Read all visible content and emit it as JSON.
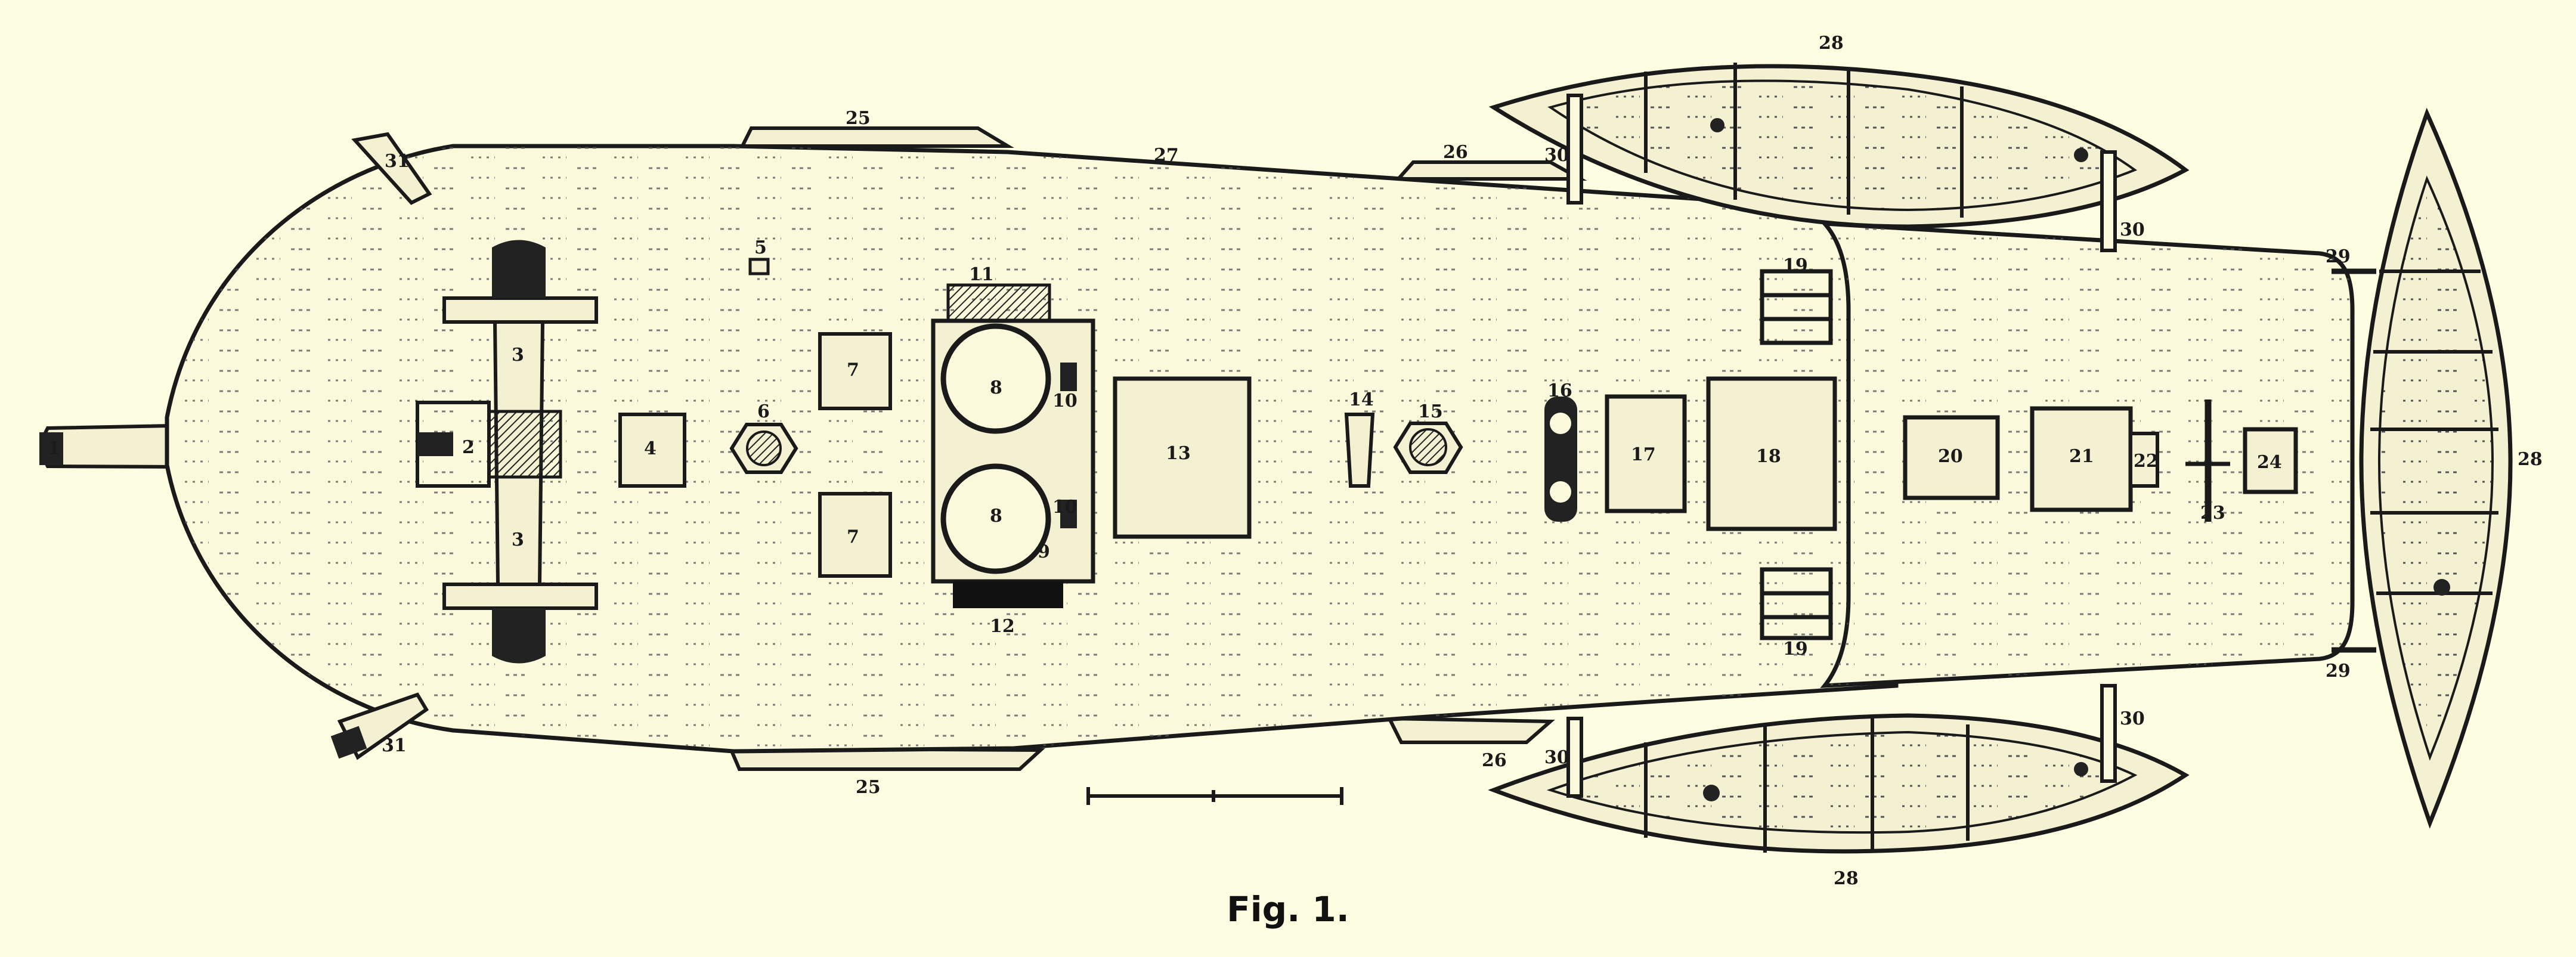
{
  "caption": "Fig. 1.",
  "colors": {
    "background": "#fdfde1",
    "ink": "#1a1a1a",
    "deck": "#fbf9dc",
    "boat_wood": "#f4f0d2"
  },
  "labels": [
    "1",
    "2",
    "3",
    "3",
    "4",
    "5",
    "6",
    "7",
    "7",
    "8",
    "8",
    "9",
    "10",
    "10",
    "11",
    "12",
    "13",
    "14",
    "15",
    "16",
    "17",
    "18",
    "19",
    "19",
    "20",
    "21",
    "22",
    "23",
    "24",
    "25",
    "25",
    "26",
    "26",
    "27",
    "28",
    "28",
    "28",
    "29",
    "29",
    "30",
    "30",
    "30",
    "30",
    "31",
    "31"
  ]
}
